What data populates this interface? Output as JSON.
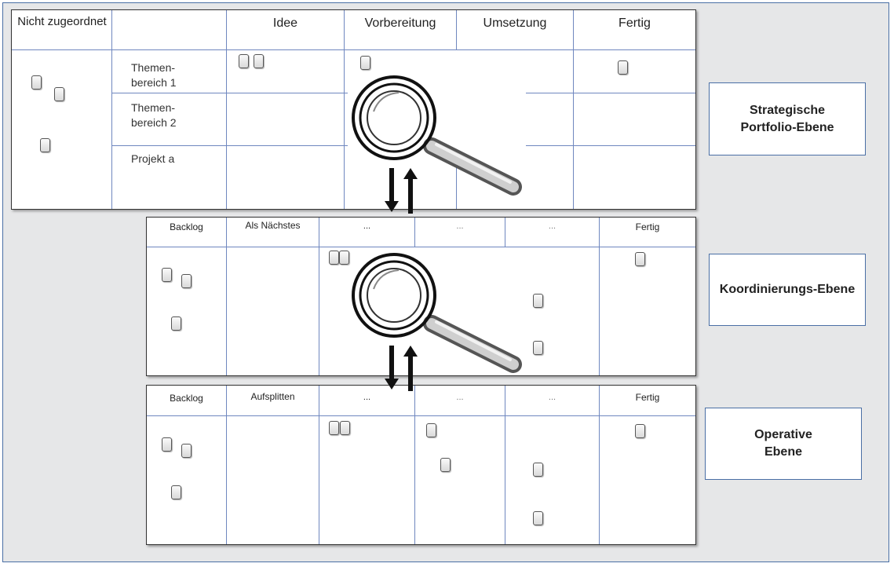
{
  "strategic_board": {
    "unassigned_header": "Nicht zugeordnet",
    "columns": [
      "Idee",
      "Vorbereitung",
      "Umsetzung",
      "Fertig"
    ],
    "rows": [
      "Themen-\nbereich 1",
      "Themen-\nbereich 2",
      "Projekt a"
    ]
  },
  "coordination_board": {
    "columns": [
      "Backlog",
      "Als Nächstes",
      "...",
      "...",
      "...",
      "Fertig"
    ]
  },
  "operative_board": {
    "columns": [
      "Backlog",
      "Aufsplitten",
      "...",
      "...",
      "...",
      "Fertig"
    ]
  },
  "levels": {
    "strategic": "Strategische Portfolio-Ebene",
    "coordination": "Koordinierungs-Ebene",
    "operative": "Operative Ebene"
  },
  "icons": {
    "lens": "magnifying-glass-icon",
    "arrows": "up-down-arrows-icon",
    "card": "card-icon"
  },
  "colors": {
    "frame_border": "#4a6fa5",
    "grid_lines": "#6f87bf",
    "background": "#e6e7e8"
  }
}
